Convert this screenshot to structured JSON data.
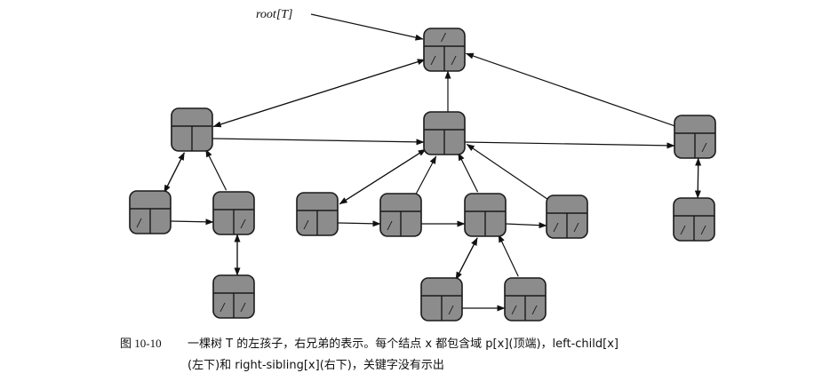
{
  "diagram": {
    "root_label": "root[T]",
    "null_marker": "/",
    "nodes": [
      {
        "id": "root"
      },
      {
        "id": "a"
      },
      {
        "id": "b"
      },
      {
        "id": "c"
      },
      {
        "id": "a1"
      },
      {
        "id": "a2"
      },
      {
        "id": "a2c"
      },
      {
        "id": "b1"
      },
      {
        "id": "b2"
      },
      {
        "id": "b3"
      },
      {
        "id": "b4"
      },
      {
        "id": "b3c1"
      },
      {
        "id": "b3c2"
      },
      {
        "id": "c1"
      }
    ],
    "edges": [
      {
        "from": "a",
        "to": "root",
        "kind": "parent"
      },
      {
        "from": "root",
        "to": "a",
        "kind": "left-child"
      },
      {
        "from": "a",
        "to": "b",
        "kind": "right-sibling"
      },
      {
        "from": "b",
        "to": "root",
        "kind": "parent"
      },
      {
        "from": "b",
        "to": "c",
        "kind": "right-sibling"
      },
      {
        "from": "c",
        "to": "root",
        "kind": "parent"
      },
      {
        "from": "a",
        "to": "a1",
        "kind": "left-child"
      },
      {
        "from": "a1",
        "to": "a",
        "kind": "parent"
      },
      {
        "from": "a1",
        "to": "a2",
        "kind": "right-sibling"
      },
      {
        "from": "a2",
        "to": "a",
        "kind": "parent"
      },
      {
        "from": "a2",
        "to": "a2c",
        "kind": "left-child"
      },
      {
        "from": "a2c",
        "to": "a2",
        "kind": "parent"
      },
      {
        "from": "b",
        "to": "b1",
        "kind": "left-child"
      },
      {
        "from": "b1",
        "to": "b",
        "kind": "parent"
      },
      {
        "from": "b1",
        "to": "b2",
        "kind": "right-sibling"
      },
      {
        "from": "b2",
        "to": "b",
        "kind": "parent"
      },
      {
        "from": "b2",
        "to": "b3",
        "kind": "right-sibling"
      },
      {
        "from": "b3",
        "to": "b",
        "kind": "parent"
      },
      {
        "from": "b3",
        "to": "b4",
        "kind": "right-sibling"
      },
      {
        "from": "b4",
        "to": "b",
        "kind": "parent"
      },
      {
        "from": "b3",
        "to": "b3c1",
        "kind": "left-child"
      },
      {
        "from": "b3c1",
        "to": "b3",
        "kind": "parent"
      },
      {
        "from": "b3c1",
        "to": "b3c2",
        "kind": "right-sibling"
      },
      {
        "from": "b3c2",
        "to": "b3",
        "kind": "parent"
      },
      {
        "from": "c",
        "to": "c1",
        "kind": "left-child"
      },
      {
        "from": "c1",
        "to": "c",
        "kind": "parent"
      }
    ]
  },
  "caption": {
    "figure_number": "图 10-10",
    "line1": "一棵树 T 的左孩子，右兄弟的表示。每个结点 x 都包含域 p[x](顶端)，left-child[x]",
    "line2": "(左下)和 right-sibling[x](右下)，关键字没有示出"
  }
}
